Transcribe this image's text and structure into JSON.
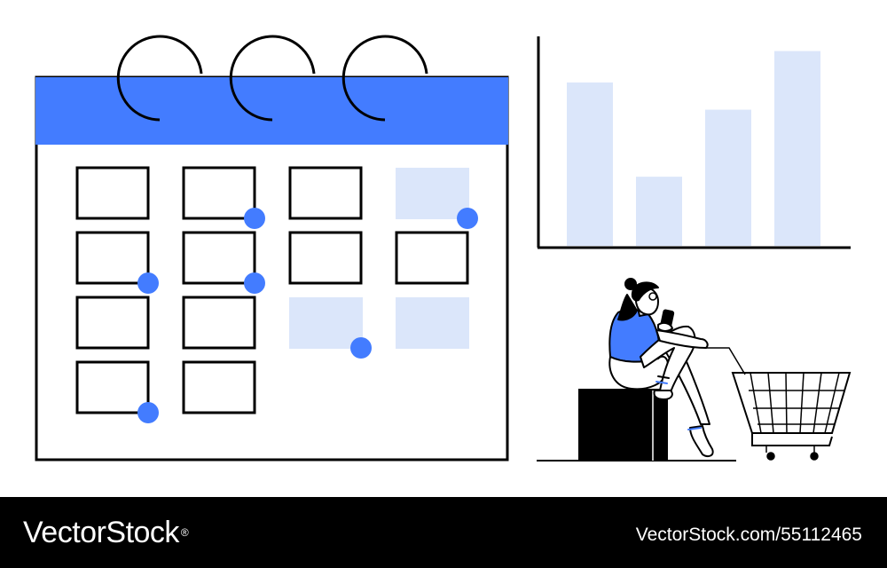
{
  "colors": {
    "accent": "#437cff",
    "light_accent": "#dbe6fa",
    "ink": "#000000",
    "background": "#ffffff"
  },
  "illustration": {
    "calendar": {
      "rings": 3,
      "cells": [
        {
          "state": "outline",
          "marked": false
        },
        {
          "state": "outline",
          "marked": true
        },
        {
          "state": "outline",
          "marked": false
        },
        {
          "state": "highlight",
          "marked": true
        },
        {
          "state": "outline",
          "marked": true
        },
        {
          "state": "outline",
          "marked": true
        },
        {
          "state": "outline",
          "marked": false
        },
        {
          "state": "outline",
          "marked": false
        },
        {
          "state": "outline",
          "marked": false
        },
        {
          "state": "outline",
          "marked": false
        },
        {
          "state": "highlight",
          "marked": true
        },
        {
          "state": "highlight",
          "marked": false
        },
        {
          "state": "outline",
          "marked": true
        },
        {
          "state": "outline",
          "marked": false
        }
      ]
    },
    "bar_chart": {
      "relative_values": [
        0.78,
        0.33,
        0.65,
        0.93
      ]
    },
    "scene": {
      "figure": "woman-sitting-with-phone",
      "seat": "black-box",
      "object": "shopping-cart"
    }
  },
  "footer": {
    "brand": "VectorStock",
    "registered_mark": "®",
    "image_id": "VectorStock.com/55112465"
  }
}
